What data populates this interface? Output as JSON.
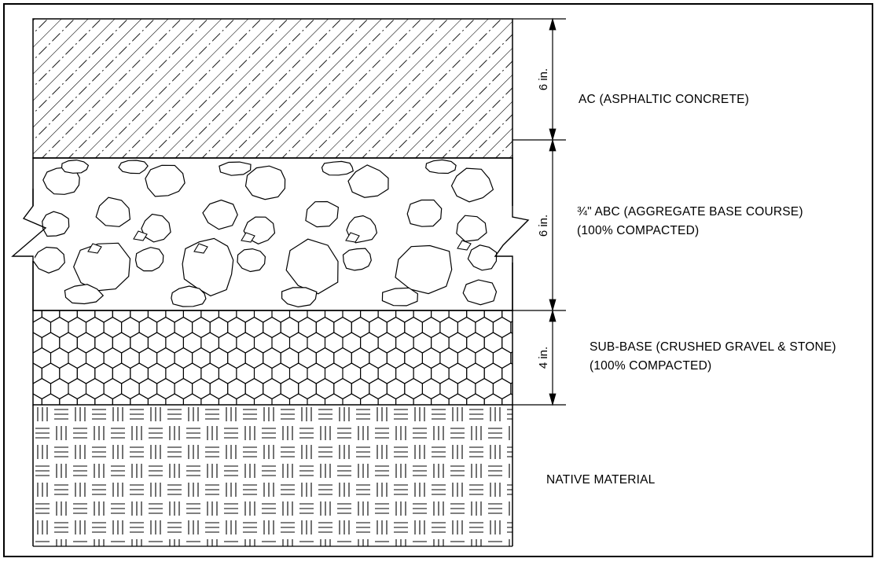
{
  "layers": [
    {
      "id": "ac",
      "thickness": "6 in.",
      "label_lines": [
        "AC (ASPHALTIC CONCRETE)"
      ],
      "pattern": "diagonal-hatch"
    },
    {
      "id": "abc",
      "thickness": "6 in.",
      "label_lines": [
        "¾\" ABC (AGGREGATE BASE COURSE)",
        "(100% COMPACTED)"
      ],
      "pattern": "aggregate-stones"
    },
    {
      "id": "subbase",
      "thickness": "4 in.",
      "label_lines": [
        "SUB-BASE (CRUSHED GRAVEL & STONE)",
        "(100% COMPACTED)"
      ],
      "pattern": "hexagons"
    },
    {
      "id": "native",
      "thickness": "",
      "label_lines": [
        "NATIVE MATERIAL"
      ],
      "pattern": "basket-weave"
    }
  ],
  "colors": {
    "line": "#000000",
    "background": "#ffffff"
  }
}
